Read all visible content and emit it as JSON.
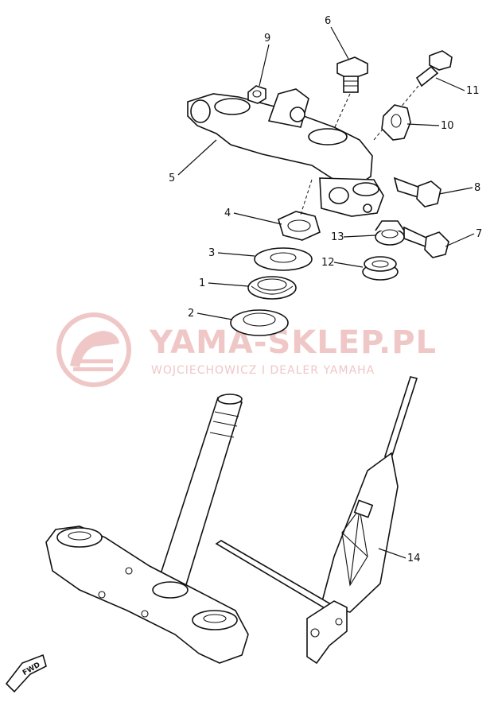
{
  "callouts": [
    {
      "id": "1",
      "label": "1"
    },
    {
      "id": "2",
      "label": "2"
    },
    {
      "id": "3",
      "label": "3"
    },
    {
      "id": "4",
      "label": "4"
    },
    {
      "id": "5",
      "label": "5"
    },
    {
      "id": "6",
      "label": "6"
    },
    {
      "id": "7",
      "label": "7"
    },
    {
      "id": "8",
      "label": "8"
    },
    {
      "id": "9",
      "label": "9"
    },
    {
      "id": "10",
      "label": "10"
    },
    {
      "id": "11",
      "label": "11"
    },
    {
      "id": "12",
      "label": "12"
    },
    {
      "id": "13",
      "label": "13"
    },
    {
      "id": "14",
      "label": "14"
    }
  ],
  "watermark": {
    "brand": "YAMA-SKLEP.PL",
    "tagline": "WOJCIECHOWICZ I DEALER YAMAHA",
    "color": "#efc7c7"
  },
  "fwd_marker": {
    "label": "FWD"
  }
}
